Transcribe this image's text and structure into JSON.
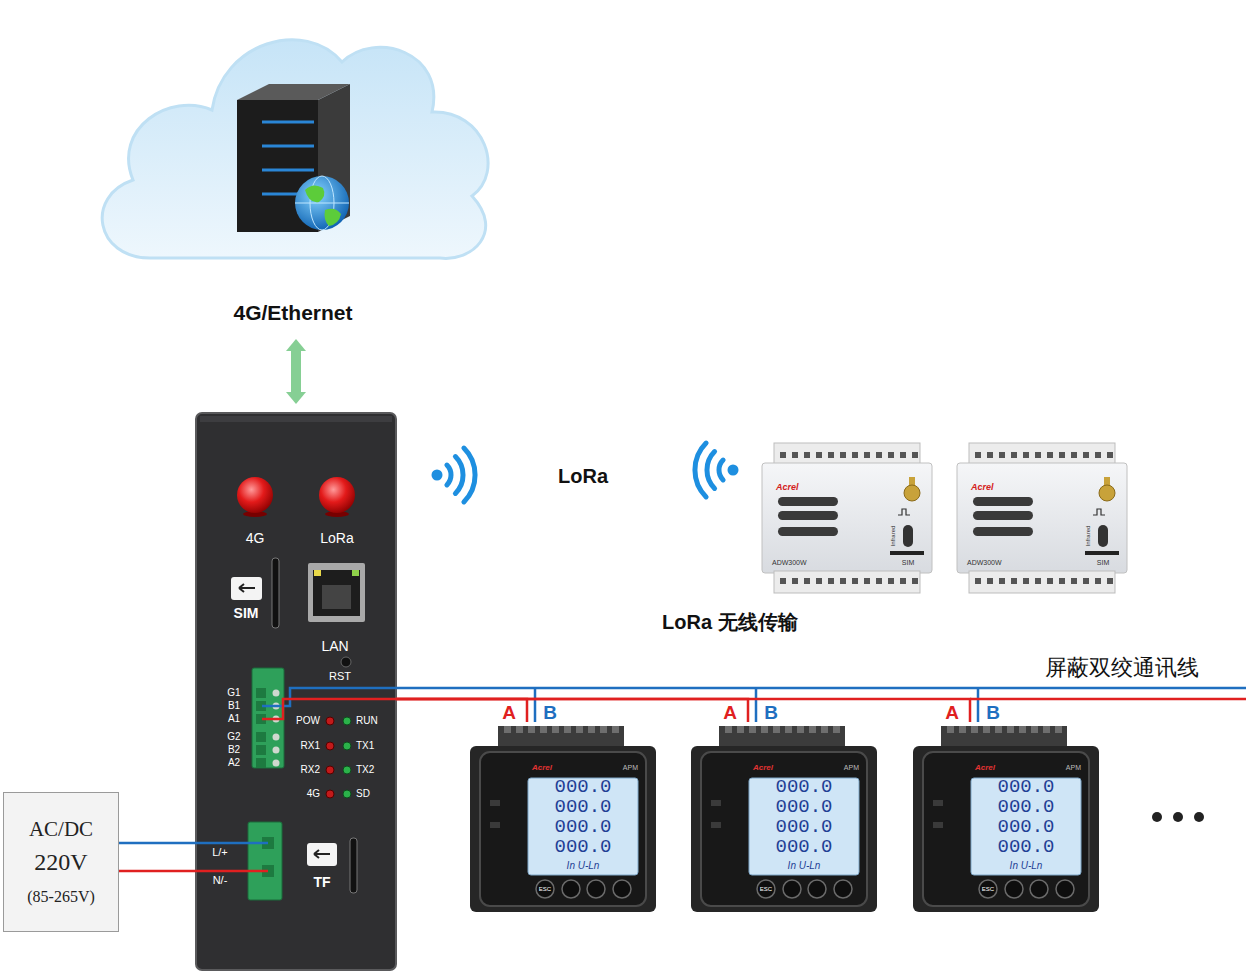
{
  "diagram": {
    "nodes": [
      {
        "text": [
          "4G/Ethernet"
        ]
      },
      {
        "text": [
          "4G",
          "LoRa",
          "SIM",
          "LAN",
          "RST",
          "G1",
          "B1",
          "A1",
          "G2",
          "B2",
          "A2",
          "POW",
          "RUN",
          "RX1",
          "TX1",
          "RX2",
          "TX2",
          "4G",
          "SD",
          "L/+",
          "N/-",
          "TF"
        ]
      },
      {
        "text": [
          "Acrel",
          "Infrared",
          "ADW300W",
          "SIM"
        ]
      },
      {
        "text": [
          "Acrel",
          "Infrared",
          "ADW300W",
          "SIM"
        ]
      },
      {
        "text": [
          "Acrel",
          "APM",
          "000.0",
          "000.0",
          "000.0",
          "000.0",
          "In U-Ln",
          "ESC"
        ]
      },
      {
        "text": [
          "Acrel",
          "APM",
          "000.0",
          "000.0",
          "000.0",
          "000.0",
          "In U-Ln",
          "ESC"
        ]
      },
      {
        "text": [
          "Acrel",
          "APM",
          "000.0",
          "000.0",
          "000.0",
          "000.0",
          "In U-Ln",
          "ESC"
        ]
      },
      {
        "text": [
          "AC/DC",
          "220V",
          "(85-265V)"
        ]
      }
    ],
    "edges": [
      {
        "from": 0,
        "to": 1,
        "arrow": "both"
      },
      {
        "from": 1,
        "to": 4,
        "arrow": "none"
      },
      {
        "from": 1,
        "to": 5,
        "arrow": "none"
      },
      {
        "from": 1,
        "to": 6,
        "arrow": "none"
      },
      {
        "from": 7,
        "to": 1,
        "arrow": "none"
      }
    ],
    "labels": [
      "LoRa",
      "LoRa 无线传输",
      "屏蔽双绞通讯线",
      "A",
      "B",
      "A",
      "B",
      "A",
      "B"
    ]
  }
}
